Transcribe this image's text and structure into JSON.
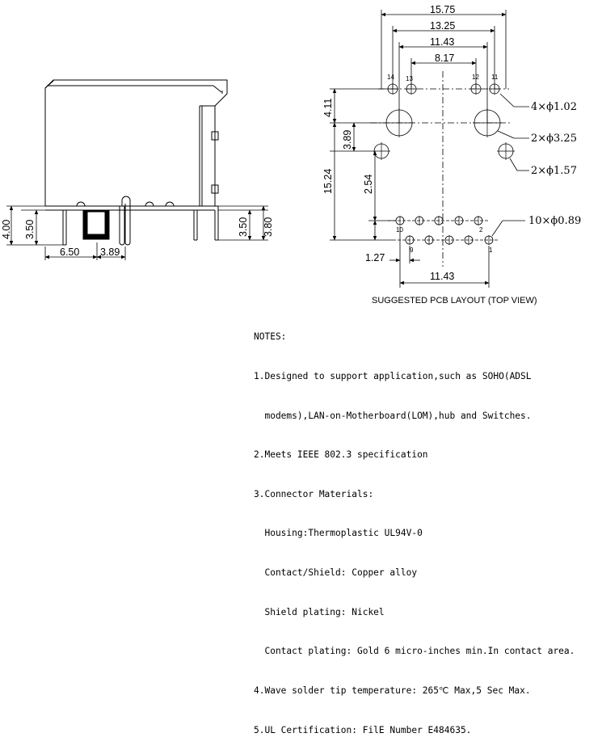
{
  "side_view": {
    "width_dim": "6.50",
    "offset_dim": "3.89",
    "height_total": "4.00",
    "height_pin": "3.50",
    "right_height_a": "3.50",
    "right_height_b": "3.80"
  },
  "top_view": {
    "width_1": "15.75",
    "width_2": "13.25",
    "width_3": "11.43",
    "width_4": "8.17",
    "height_1": "4.11",
    "height_2": "3.89",
    "height_3": "15.24",
    "height_4": "2.54",
    "pitch": "1.27",
    "bottom_width": "11.43",
    "pin_labels": {
      "p14": "14",
      "p13": "13",
      "p12": "12",
      "p11": "11",
      "p10": "10",
      "p9": "9",
      "p2": "2",
      "p1": "1"
    },
    "callouts": {
      "hole_a": "4×ϕ1.02",
      "hole_b": "2×ϕ3.25",
      "hole_c": "2×ϕ1.57",
      "hole_d": "10×ϕ0.89"
    },
    "caption": "SUGGESTED PCB LAYOUT (TOP VIEW)"
  },
  "notes": {
    "title": "NOTES:",
    "lines": [
      "1.Designed to support application,such as SOHO(ADSL",
      "  modems),LAN-on-Motherboard(LOM),hub and Switches.",
      "2.Meets IEEE 802.3 specification",
      "3.Connector Materials:",
      "  Housing:Thermoplastic UL94V-0",
      "  Contact/Shield: Copper alloy",
      "  Shield plating: Nickel",
      "  Contact plating: Gold 6 micro-inches min.In contact area.",
      "4.Wave solder tip temperature: 265℃ Max,5 Sec Max.",
      "5.UL Certification: FilE Number E484635."
    ]
  }
}
